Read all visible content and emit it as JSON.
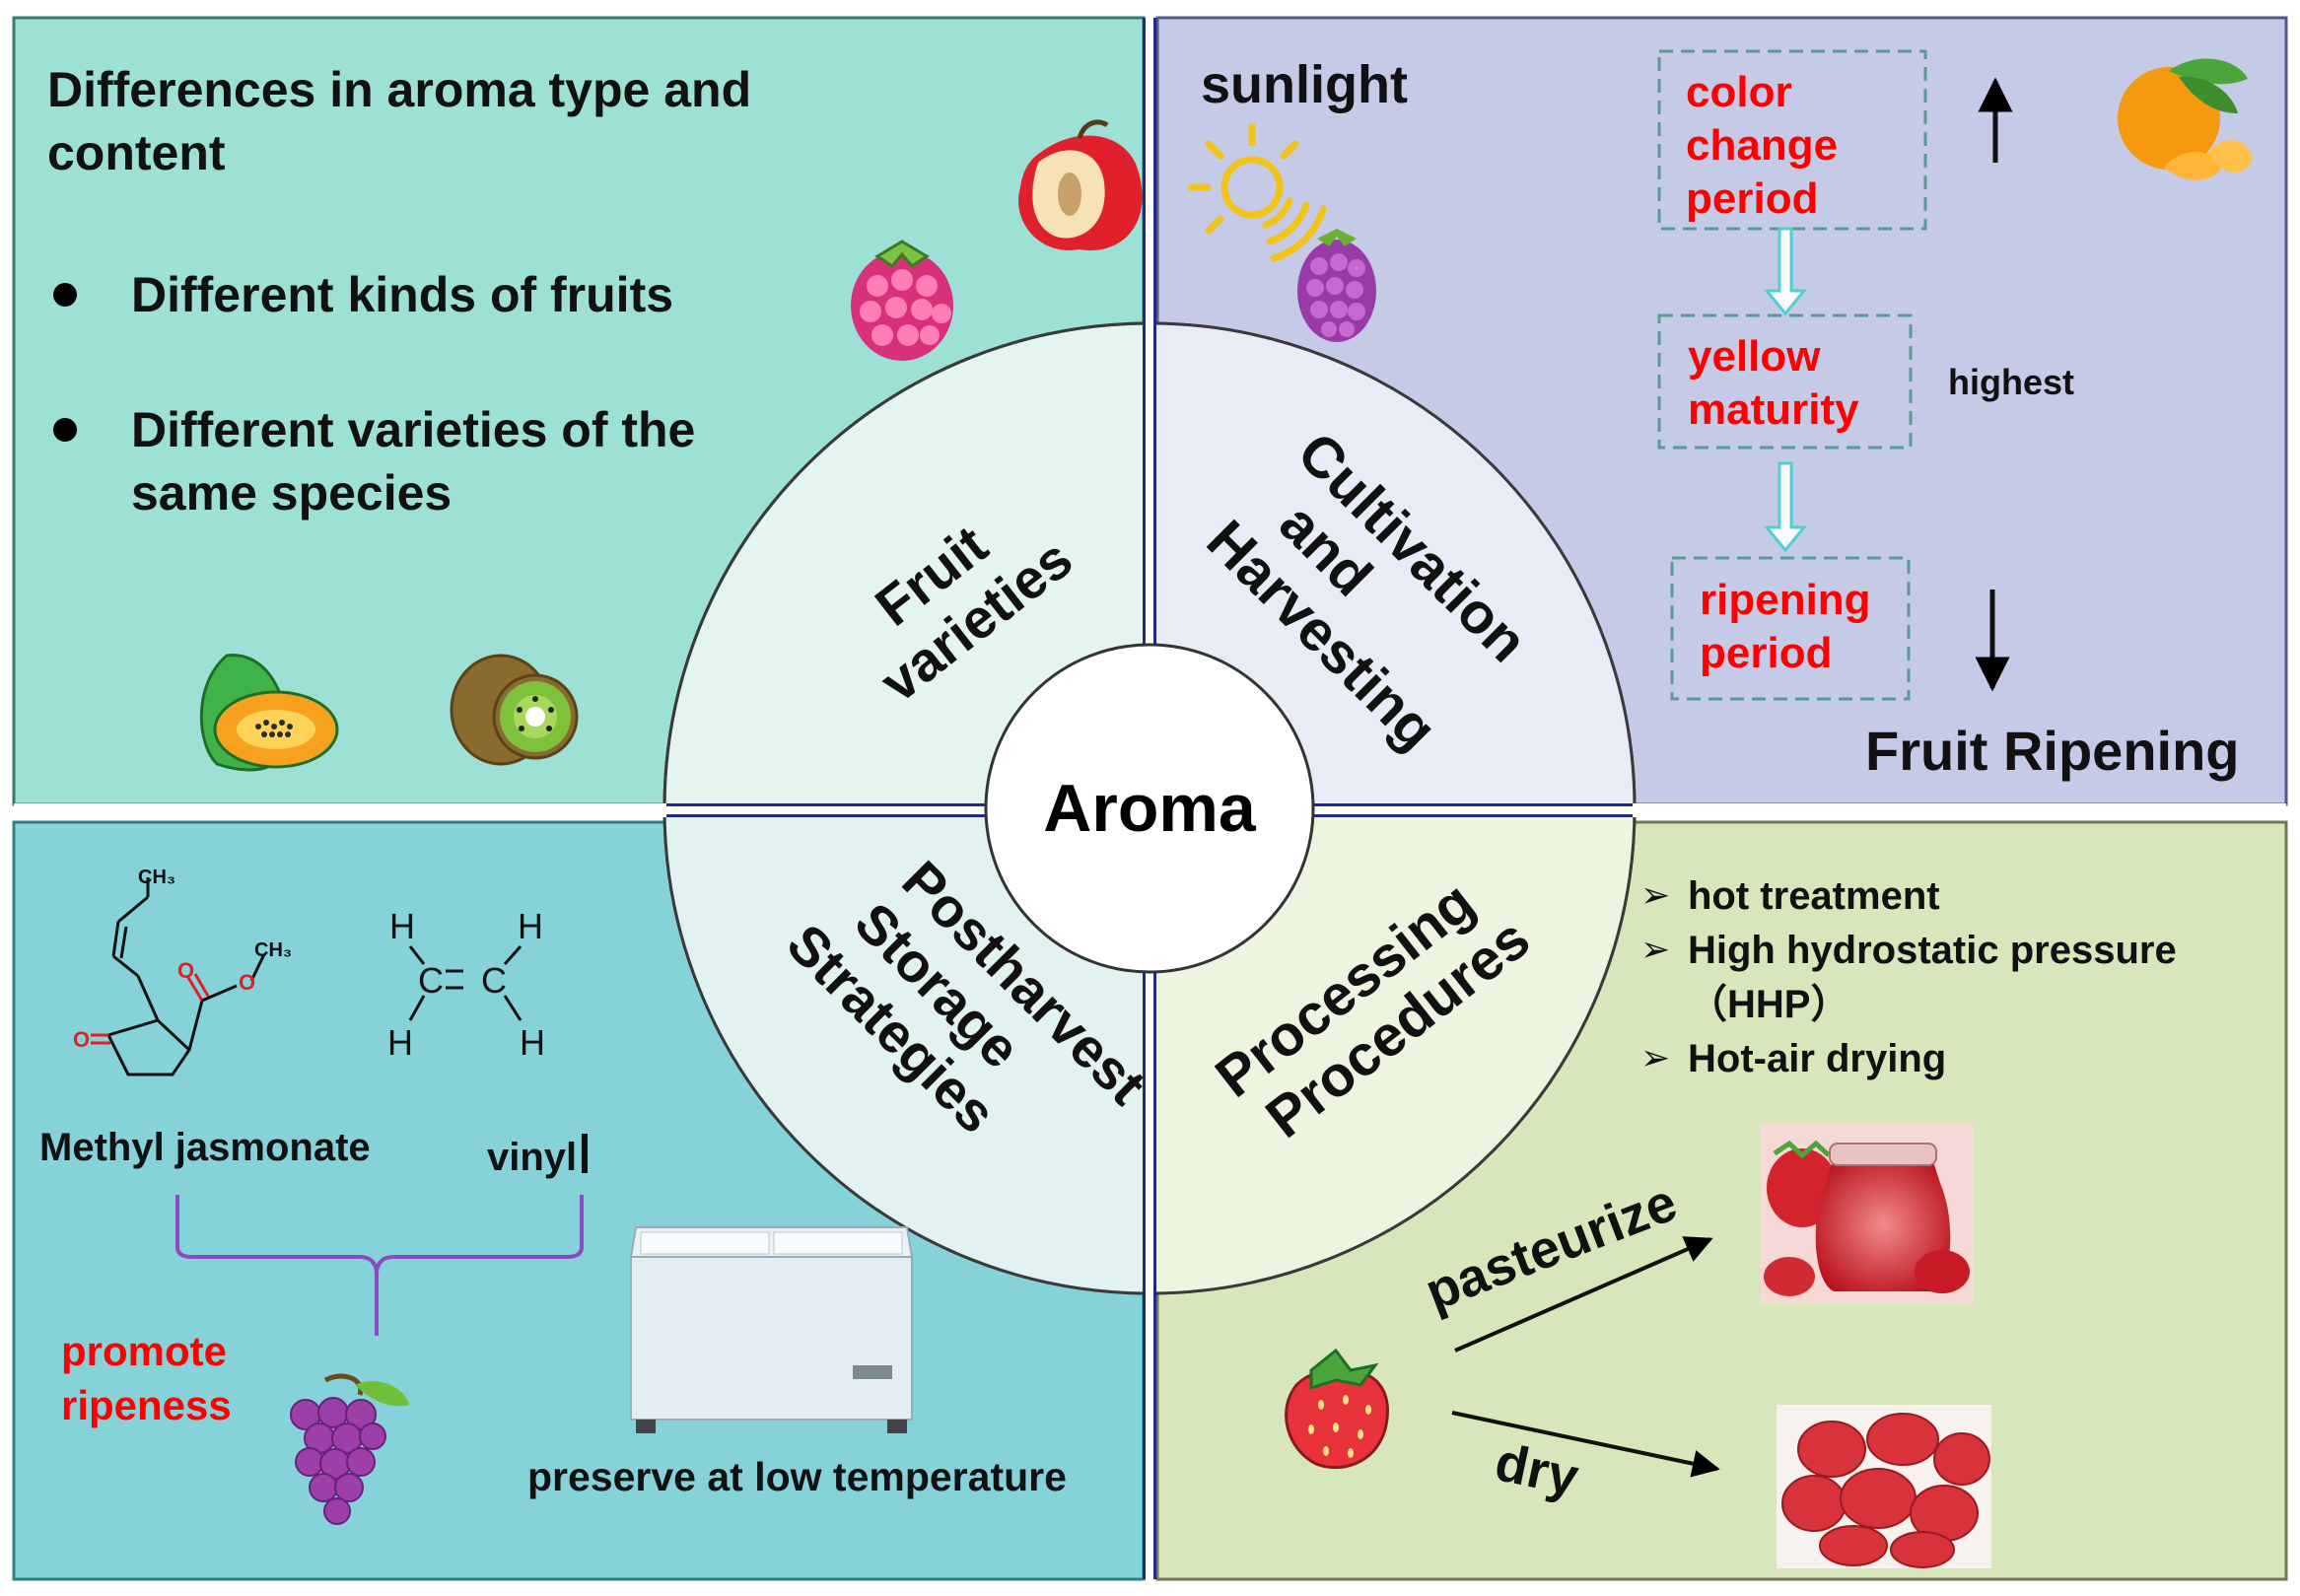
{
  "colors": {
    "teal_panel": "#9de0d6",
    "lavender_panel": "#c5cbe6",
    "cyan_panel": "#85d3d9",
    "green_panel": "#d8e6bc",
    "circle_fill": "#e4f4f1",
    "divider": "#1f2a86",
    "red_text": "#ff0000",
    "flow_arrow": "#4fd0d0"
  },
  "center": {
    "label": "Aroma"
  },
  "quadrants": {
    "fruit_varieties": {
      "label_lines": [
        "Fruit",
        "varieties"
      ],
      "heading_lines": [
        "Differences in aroma type and",
        "content"
      ],
      "bullets": [
        [
          "Different kinds of fruits"
        ],
        [
          "Different varieties of the",
          "same species"
        ]
      ],
      "icons": [
        "apple-half-icon",
        "raspberry-icon",
        "papaya-icon",
        "kiwi-icon"
      ]
    },
    "cultivation": {
      "label_lines": [
        "Cultivation",
        "and",
        "Harvesting"
      ],
      "sunlight": "sunlight",
      "stages": [
        [
          "color",
          "change",
          "period"
        ],
        [
          "yellow",
          "maturity"
        ],
        [
          "ripening",
          "period"
        ]
      ],
      "highest": "highest",
      "footer": "Fruit Ripening",
      "icons": [
        "sun-icon",
        "blackberry-icon",
        "tangerine-icon",
        "up-arrow-icon",
        "down-arrow-icon"
      ]
    },
    "postharvest": {
      "label_lines": [
        "Postharvest",
        "Storage",
        "Strategies"
      ],
      "compounds": [
        "Methyl jasmonate",
        "vinyl"
      ],
      "promote_lines": [
        "promote",
        "ripeness"
      ],
      "preserve": "preserve at low temperature",
      "molecule_labels": {
        "ch3": "CH₃",
        "o": "O",
        "h": "H",
        "c": "C"
      },
      "icons": [
        "methyl-jasmonate-structure",
        "ethylene-structure",
        "grapes-icon",
        "freezer-icon"
      ]
    },
    "processing": {
      "label_lines": [
        "Processing",
        "Procedures"
      ],
      "list": [
        "hot treatment",
        "High hydrostatic pressure",
        "（HHP）",
        "Hot-air drying"
      ],
      "arrow_labels": [
        "pasteurize",
        "dry"
      ],
      "icons": [
        "strawberry-icon",
        "strawberry-jam-image",
        "dried-strawberries-image"
      ]
    }
  }
}
